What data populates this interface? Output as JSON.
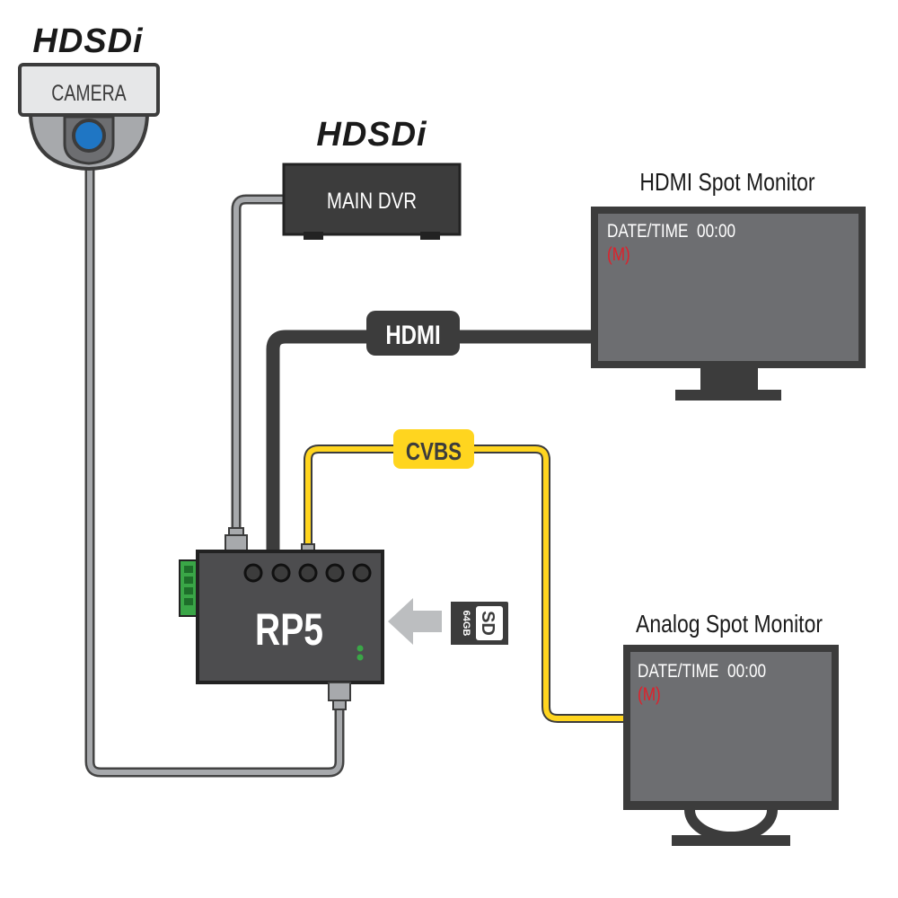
{
  "camera": {
    "brand_logo": "HDSDi",
    "label": "CAMERA"
  },
  "dvr": {
    "brand_logo": "HDSDi",
    "label": "MAIN DVR"
  },
  "hdmi_monitor": {
    "title": "HDMI Spot Monitor",
    "screen_line1": "DATE/TIME  00:00",
    "screen_line2": "(M)"
  },
  "analog_monitor": {
    "title": "Analog Spot Monitor",
    "screen_line1": "DATE/TIME  00:00",
    "screen_line2": "(M)"
  },
  "cables": {
    "hdmi_label": "HDMI",
    "cvbs_label": "CVBS"
  },
  "device": {
    "label": "RP5"
  },
  "sd_card": {
    "size": "64GB",
    "label": "SD"
  },
  "colors": {
    "gray_cable": "#a7a9ac",
    "hdmi_cable": "#3c3c3c",
    "cvbs_cable": "#ffd51f",
    "red_text": "#e0202a",
    "screen": "#6d6e71",
    "device_body": "#4d4d4f",
    "terminal_green": "#3aa647",
    "camera_lens": "#1f76c4"
  }
}
